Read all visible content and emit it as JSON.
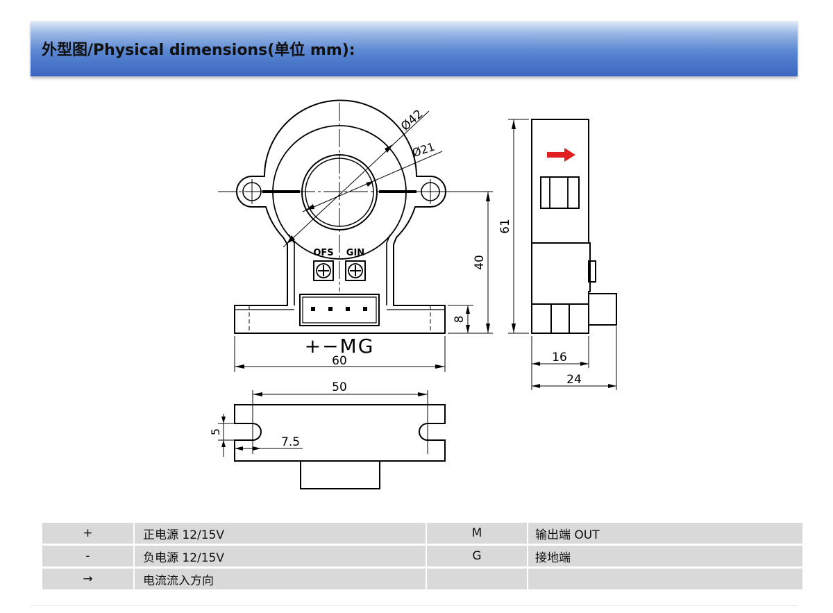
{
  "header": {
    "title": "外型图/Physical dimensions(单位 mm):"
  },
  "drawing": {
    "front": {
      "dim_d42": "Ø42",
      "dim_d21": "Ø21",
      "dim_40": "40",
      "dim_8": "8",
      "dim_60": "60",
      "label_ofs": "OFS",
      "label_gin": "GIN",
      "label_pins": "+−MG"
    },
    "side": {
      "dim_61": "61",
      "dim_16": "16",
      "dim_24": "24"
    },
    "bottom": {
      "dim_50": "50",
      "dim_5": "5",
      "dim_7_5": "7.5"
    },
    "colors": {
      "arrow": "#e02020",
      "line": "#000000"
    }
  },
  "legend": {
    "rows": [
      {
        "sym1": "+",
        "desc1": "正电源 12/15V",
        "sym2": "M",
        "desc2": "输出端 OUT"
      },
      {
        "sym1": "-",
        "desc1": "负电源 12/15V",
        "sym2": "G",
        "desc2": "接地端"
      },
      {
        "sym1": "→",
        "desc1": "电流流入方向",
        "sym2": "",
        "desc2": ""
      }
    ]
  }
}
